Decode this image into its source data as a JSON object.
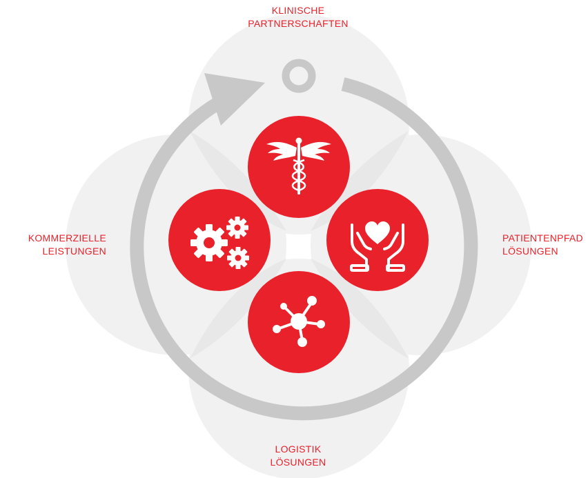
{
  "colors": {
    "accent": "#e8212a",
    "petal": "#f1f1f1",
    "petal_overlap": "#e6e6e6",
    "ring": "#c8c8c8",
    "icon": "#ffffff"
  },
  "labels": {
    "top": {
      "line1": "KLINISCHE",
      "line2": "PARTNERSCHAFTEN"
    },
    "left": {
      "line1": "KOMMERZIELLE",
      "line2": "LEISTUNGEN"
    },
    "right": {
      "line1": "PATIENTENPFAD",
      "line2": "LÖSUNGEN"
    },
    "bottom": {
      "line1": "LOGISTIK",
      "line2": "LÖSUNGEN"
    }
  },
  "icons": {
    "top": "caduceus-icon",
    "left": "gears-icon",
    "right": "hands-heart-icon",
    "bottom": "network-hub-icon"
  }
}
